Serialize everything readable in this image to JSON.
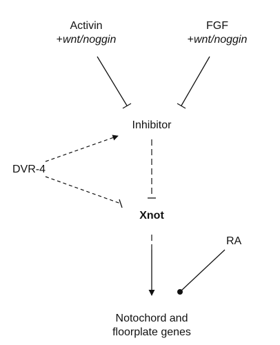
{
  "nodes": {
    "activin": {
      "line1": "Activin",
      "plus": "+",
      "line2": "wnt/noggin"
    },
    "fgf": {
      "line1": "FGF",
      "plus": "+",
      "line2": "wnt/noggin"
    },
    "inhibitor": {
      "label": "Inhibitor"
    },
    "dvr4": {
      "label": "DVR-4"
    },
    "xnot": {
      "label": "Xnot"
    },
    "ra": {
      "label": "RA"
    },
    "genes": {
      "line1": "Notochord and",
      "line2": "floorplate genes"
    }
  },
  "edges": [
    {
      "from": "activin",
      "to": "inhibitor",
      "type": "inhibit",
      "style": "solid"
    },
    {
      "from": "fgf",
      "to": "inhibitor",
      "type": "inhibit",
      "style": "solid"
    },
    {
      "from": "dvr4",
      "to": "inhibitor",
      "type": "activate",
      "style": "dashed"
    },
    {
      "from": "dvr4",
      "to": "xnot",
      "type": "inhibit",
      "style": "dashed"
    },
    {
      "from": "inhibitor",
      "to": "xnot",
      "type": "inhibit",
      "style": "dashed-vertical"
    },
    {
      "from": "xnot",
      "to": "genes",
      "type": "activate",
      "style": "dashed-to-solid"
    },
    {
      "from": "ra",
      "to": "genes",
      "type": "dot-end",
      "style": "solid"
    }
  ],
  "colors": {
    "ink": "#111111",
    "background": "#ffffff"
  }
}
